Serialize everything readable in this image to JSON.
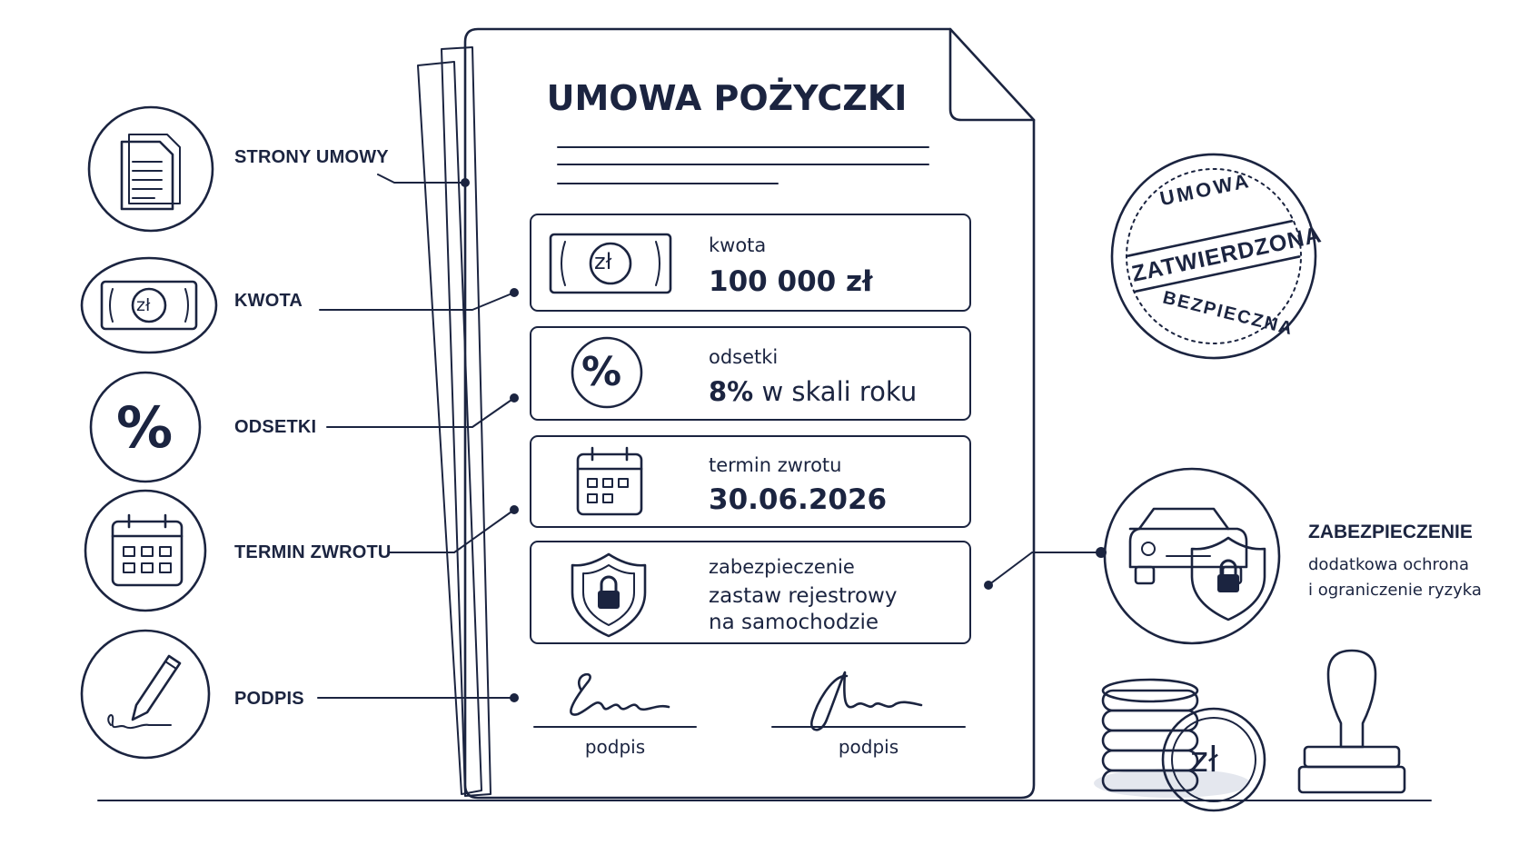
{
  "document": {
    "title": "UMOWA POŻYCZKI"
  },
  "callouts": [
    {
      "label": "STRONY UMOWY",
      "icon": "document-icon"
    },
    {
      "label": "KWOTA",
      "icon": "banknote-icon"
    },
    {
      "label": "ODSETKI",
      "icon": "percent-icon"
    },
    {
      "label": "TERMIN ZWROTU",
      "icon": "calendar-icon"
    },
    {
      "label": "PODPIS",
      "icon": "pen-signature-icon"
    }
  ],
  "rows": {
    "amount": {
      "label": "kwota",
      "value": "100 000 zł",
      "icon_text": "zł"
    },
    "interest": {
      "label": "odsetki",
      "value_bold": "8%",
      "value_rest": " w skali roku"
    },
    "term": {
      "label": "termin zwrotu",
      "value": "30.06.2026"
    },
    "collateral": {
      "label": "zabezpieczenie",
      "value_line1": "zastaw rejestrowy",
      "value_line2": "na samochodzie"
    }
  },
  "signatures": {
    "left_caption": "podpis",
    "right_caption": "podpis"
  },
  "stamp": {
    "top": "UMOWA",
    "middle": "ZATWIERDZONA",
    "bottom": "BEZPIECZNA"
  },
  "security": {
    "title": "ZABEZPIECZENIE",
    "desc_line1": "dodatkowa ochrona",
    "desc_line2": "i ograniczenie ryzyka"
  },
  "coin": {
    "text": "zł"
  },
  "small_banknote": {
    "text": "zł"
  },
  "colors": {
    "ink": "#1b2440",
    "paper": "#ffffff",
    "shadow": "#e4e7ee"
  }
}
